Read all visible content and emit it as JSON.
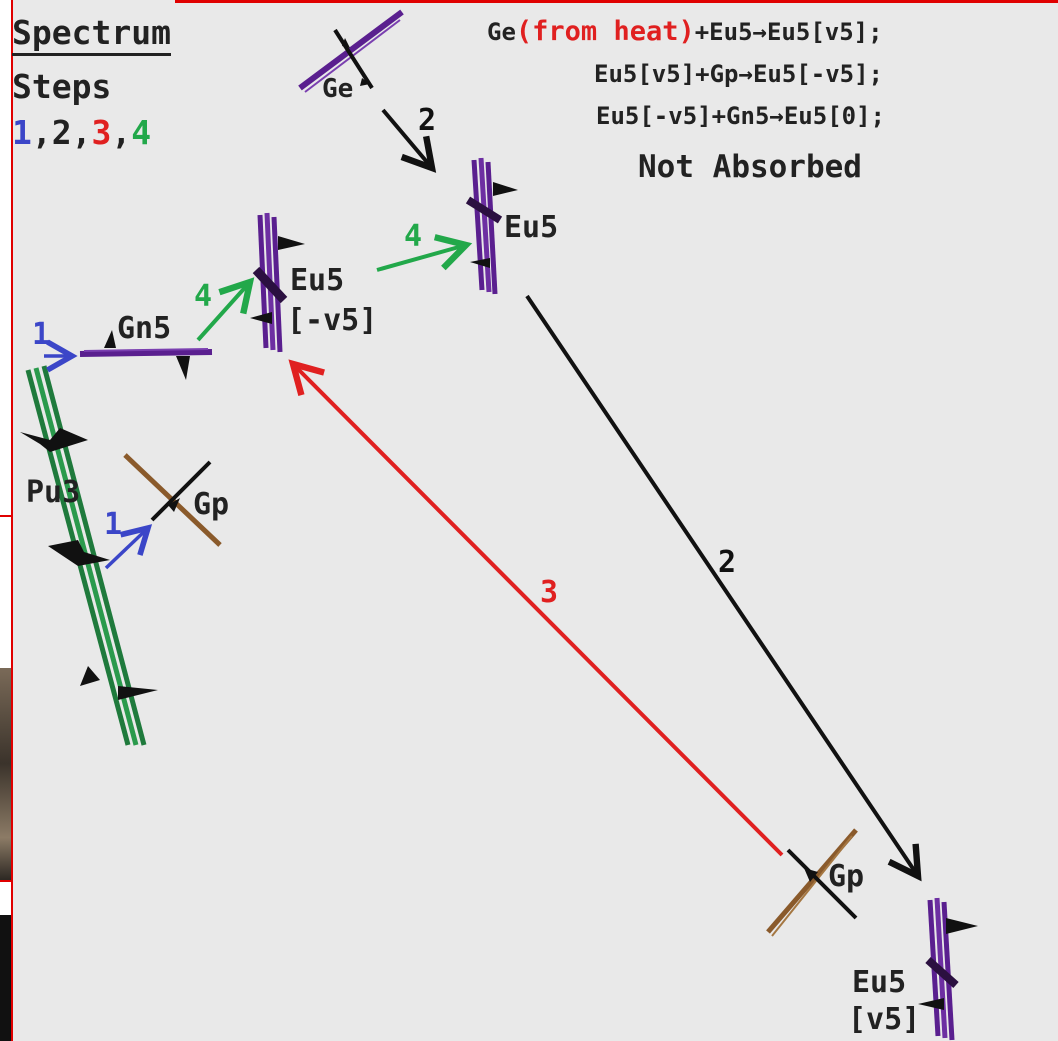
{
  "legend": {
    "title": "Spectrum",
    "subtitle": "Steps",
    "steps": [
      {
        "text": "1",
        "color": "#3b46c8"
      },
      {
        "text": ",",
        "color": "#222222"
      },
      {
        "text": "2",
        "color": "#222222"
      },
      {
        "text": ",",
        "color": "#222222"
      },
      {
        "text": "3",
        "color": "#e02020"
      },
      {
        "text": ",",
        "color": "#222222"
      },
      {
        "text": "4",
        "color": "#22a84a"
      }
    ]
  },
  "equations": {
    "line1_prefix": "Ge",
    "line1_highlight": "(from heat)",
    "line1_suffix": "+Eu5→Eu5[v5];",
    "line2": "Eu5[v5]+Gp→Eu5[-v5];",
    "line3": "Eu5[-v5]+Gn5→Eu5[0];",
    "status": "Not Absorbed"
  },
  "labels": {
    "ge": "Ge",
    "eu5_top": "Eu5",
    "eu5_mid_a": "Eu5",
    "eu5_mid_b": "[-v5]",
    "gn5": "Gn5",
    "pu3": "Pu3",
    "gp_left": "Gp",
    "gp_right": "Gp",
    "eu5_bottom_a": "Eu5",
    "eu5_bottom_b": "[v5]"
  },
  "step_labels": {
    "s2_ge": "2",
    "s4_top": "4",
    "s4_left": "4",
    "s1_gn5": "1",
    "s1_gp": "1",
    "s3": "3",
    "s2_long": "2"
  },
  "colors": {
    "purple": "#5a1f8f",
    "green": "#1f7a3c",
    "brown": "#8a5a2b",
    "black": "#111111",
    "red": "#e02020",
    "blue": "#3b46c8",
    "arrow_green": "#22a84a",
    "frame_red": "#e00000"
  }
}
